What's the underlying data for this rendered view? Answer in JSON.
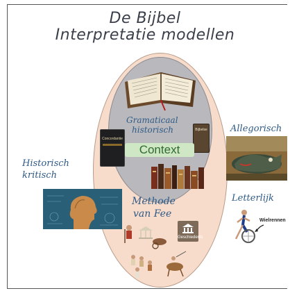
{
  "title": {
    "line1": "De Bijbel",
    "line2": "Interpretatie modellen"
  },
  "labels": {
    "gramatical_line1": "Gramaticaal",
    "gramatical_line2": "historisch",
    "context": "Context",
    "allegorisch": "Allegorisch",
    "historisch_line1": "Historisch",
    "historisch_line2": "kritisch",
    "letterlijk": "Letterlijk",
    "methode_line1": "Methode",
    "methode_line2": "van Fee",
    "wielrennen": "Wielrennen",
    "geschiedenis": "Geschiedenis",
    "concordantie": "Concordantie",
    "bijbelse_encyclopedie": "Bijbelse"
  },
  "colors": {
    "outer_ellipse": "#f8dccb",
    "inner_ellipse": "#b9b9bd",
    "label_blue": "#2e5a86",
    "context_green": "#2f6b2f"
  }
}
